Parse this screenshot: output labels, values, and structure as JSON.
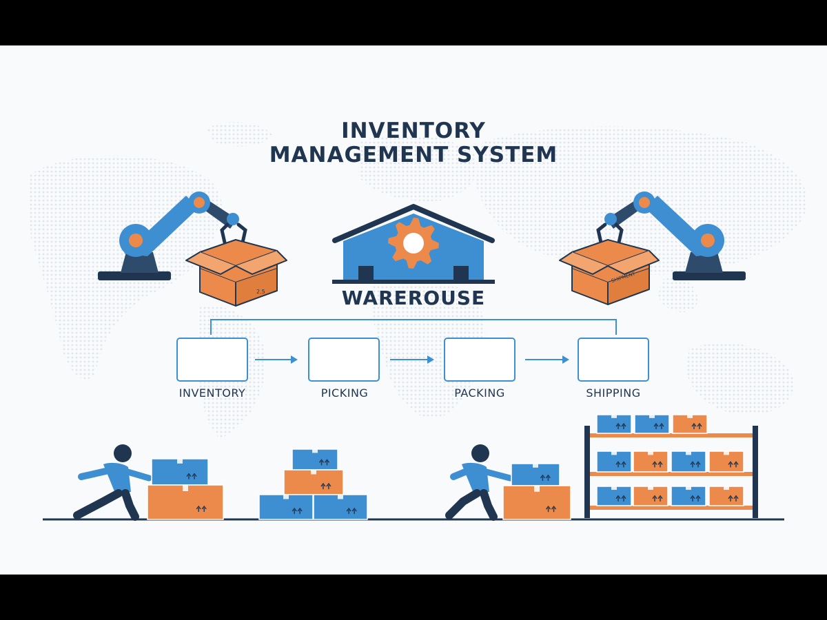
{
  "title": {
    "line1": "INVENTORY",
    "line2": "MANAGEMENT SYSTEM"
  },
  "warehouse": {
    "label": "WAREROUSE",
    "icon": "gear-icon"
  },
  "steps": [
    {
      "label": "INVENTORY",
      "icon": "stacked-boxes-icon"
    },
    {
      "label": "PICKING",
      "icon": "picked-boxes-icon"
    },
    {
      "label": "PACKING",
      "icon": "packing-station-icon"
    },
    {
      "label": "SHIPPING",
      "icon": "shipping-box-icon"
    }
  ],
  "box_markings": {
    "left_robot_box": "2.5",
    "right_robot_box": "SHIPMENT",
    "shipping_box": "SHIPMENT"
  },
  "colors": {
    "primary_blue": "#3d8fd1",
    "accent_orange": "#ec8a4b",
    "dark_navy": "#1f3550",
    "map_gray": "#e6ebf1"
  }
}
